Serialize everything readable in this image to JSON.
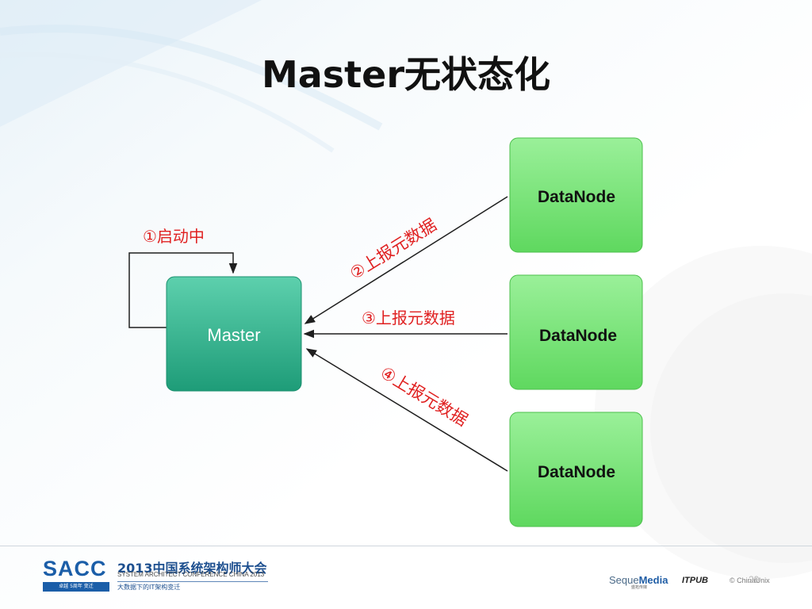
{
  "slide": {
    "title": "Master无状态化",
    "page_number": "29"
  },
  "diagram": {
    "master": {
      "label": "Master"
    },
    "datanodes": [
      {
        "label": "DataNode"
      },
      {
        "label": "DataNode"
      },
      {
        "label": "DataNode"
      }
    ],
    "labels": {
      "step1": "①启动中",
      "step2": "②上报元数据",
      "step3": "③上报元数据",
      "step4": "④上报元数据"
    },
    "colors": {
      "master_fill": "#2fb28f",
      "datanode_fill": "#7be07a",
      "label_text": "#e02020",
      "arrow": "#1f1f1f"
    }
  },
  "footer": {
    "logo_text": "SACC",
    "logo_badge": "卓越 5周年 变迁",
    "conference_title": "2013中国系统架构师大会",
    "conference_en": "SYSTEM ARCHITECT CONFERENCE CHINA 2013",
    "conference_sub": "大数据下的IT架构变迁",
    "sponsor_seque_prefix": "Seque",
    "sponsor_seque_suffix": "Media",
    "sponsor_seque_sub": "盛拓传媒",
    "sponsor_it": "ITPUB",
    "sponsor_c": "© ChinaUnix"
  }
}
